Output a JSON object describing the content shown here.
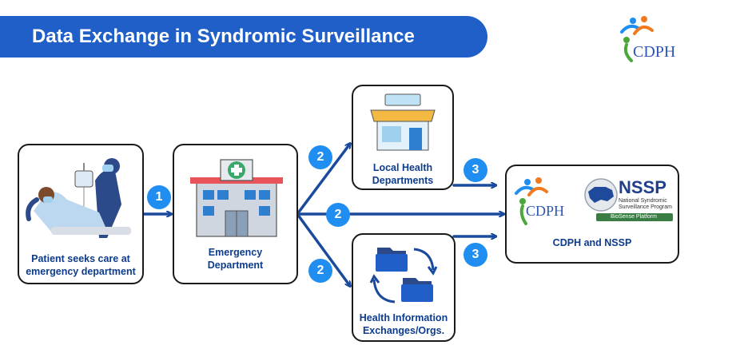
{
  "title": "Data Exchange in Syndromic Surveillance",
  "logo": {
    "text": "CDPH"
  },
  "nodes": {
    "patient": {
      "label": "Patient seeks care at\nemergency department"
    },
    "ed": {
      "label": "Emergency\nDepartment"
    },
    "local": {
      "label": "Local Health\nDepartments"
    },
    "hie": {
      "label": "Health Information\nExchanges/Orgs."
    },
    "cdph_nssp": {
      "label": "CDPH and NSSP",
      "cdph_logo_text": "CDPH",
      "nssp_title": "NSSP",
      "nssp_sub1": "National Syndromic",
      "nssp_sub2": "Surveillance Program",
      "nssp_platform": "BioSense Platform"
    }
  },
  "steps": {
    "step1": "1",
    "step2_top": "2",
    "step2_mid": "2",
    "step2_bottom": "2",
    "step3_top": "3",
    "step3_bottom": "3"
  },
  "colors": {
    "banner": "#1f5fc7",
    "arrow": "#1a4a9c",
    "badge": "#1f8ef0",
    "label": "#0d3c8e"
  }
}
